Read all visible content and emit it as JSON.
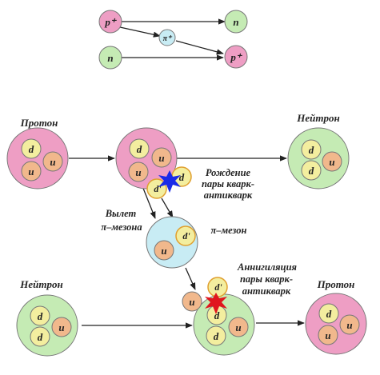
{
  "colors": {
    "proton": "#ee9ec4",
    "neutron": "#c5ebb4",
    "pion": "#c8ecf4",
    "quark_d": "#f3ee9f",
    "quark_u": "#f1b88c",
    "arrow": "#222222",
    "star_blue": "#1a2be8",
    "star_red": "#e0161e"
  },
  "top": {
    "p_label": "p⁺",
    "n_label": "n",
    "pi_label": "π⁺",
    "n_out_label": "n",
    "p_out_label": "p⁺"
  },
  "labels": {
    "proton_left": "Протон",
    "neutron_right_top": "Нейтрон",
    "pair_creation": [
      "Рождение",
      "пары кварк-",
      "антикварк"
    ],
    "emission": [
      "Вылет",
      "π–мезона"
    ],
    "pion": "π–мезон",
    "annihilation": [
      "Аннигиляция",
      "пары кварк-",
      "антикварк"
    ],
    "neutron_left": "Нейтрон",
    "proton_right_bottom": "Протон"
  },
  "quarks": {
    "d": "d",
    "u": "u",
    "dbar": "d'"
  }
}
